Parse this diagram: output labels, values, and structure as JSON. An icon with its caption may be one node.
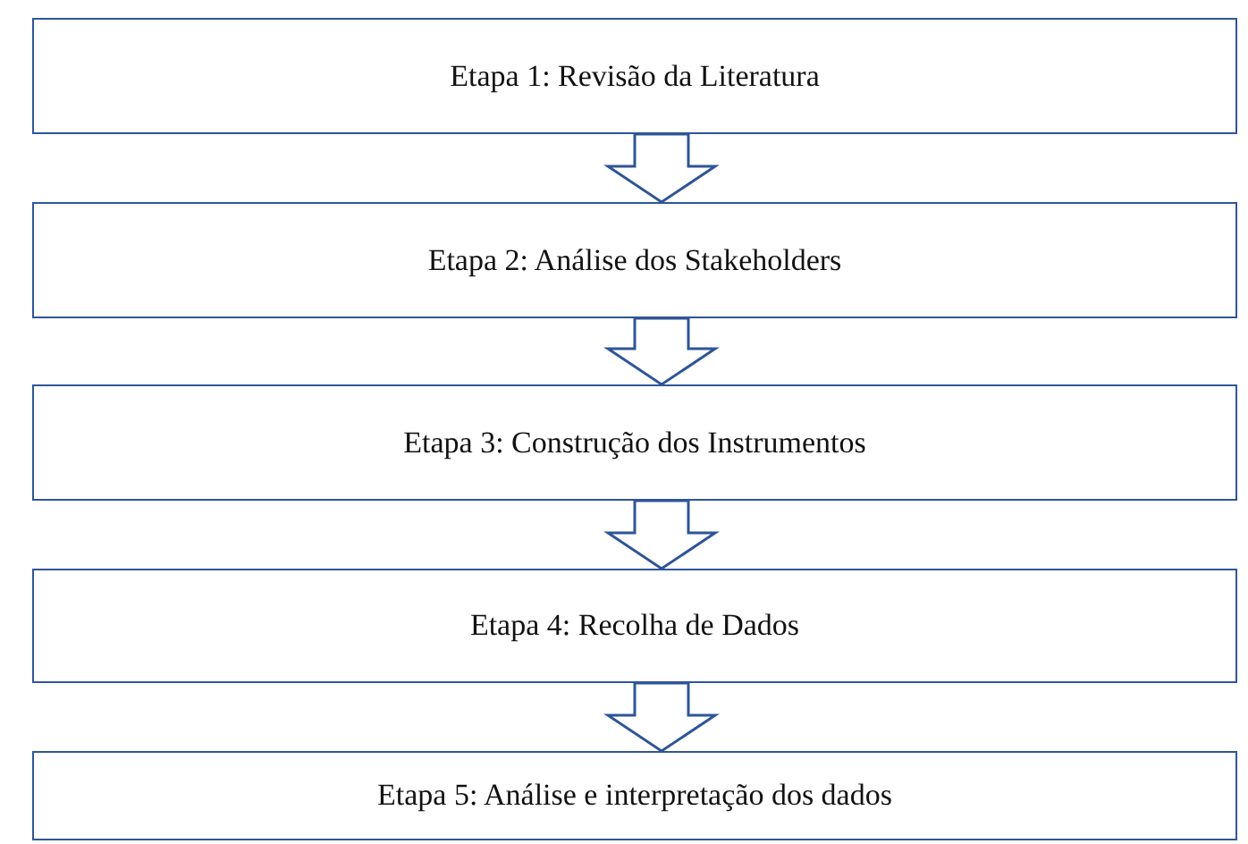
{
  "diagram": {
    "nodes": [
      {
        "text": [
          "Etapa 1: Revisão da Literatura"
        ]
      },
      {
        "text": [
          "Etapa 2: Análise dos Stakeholders"
        ]
      },
      {
        "text": [
          "Etapa 3: Construção dos Instrumentos"
        ]
      },
      {
        "text": [
          "Etapa 4: Recolha de Dados"
        ]
      },
      {
        "text": [
          "Etapa 5: Análise e interpretação dos dados"
        ]
      }
    ],
    "edges": [
      {
        "from": 0,
        "to": 1,
        "arrow": "to"
      },
      {
        "from": 1,
        "to": 2,
        "arrow": "to"
      },
      {
        "from": 2,
        "to": 3,
        "arrow": "to"
      },
      {
        "from": 3,
        "to": 4,
        "arrow": "to"
      }
    ]
  }
}
